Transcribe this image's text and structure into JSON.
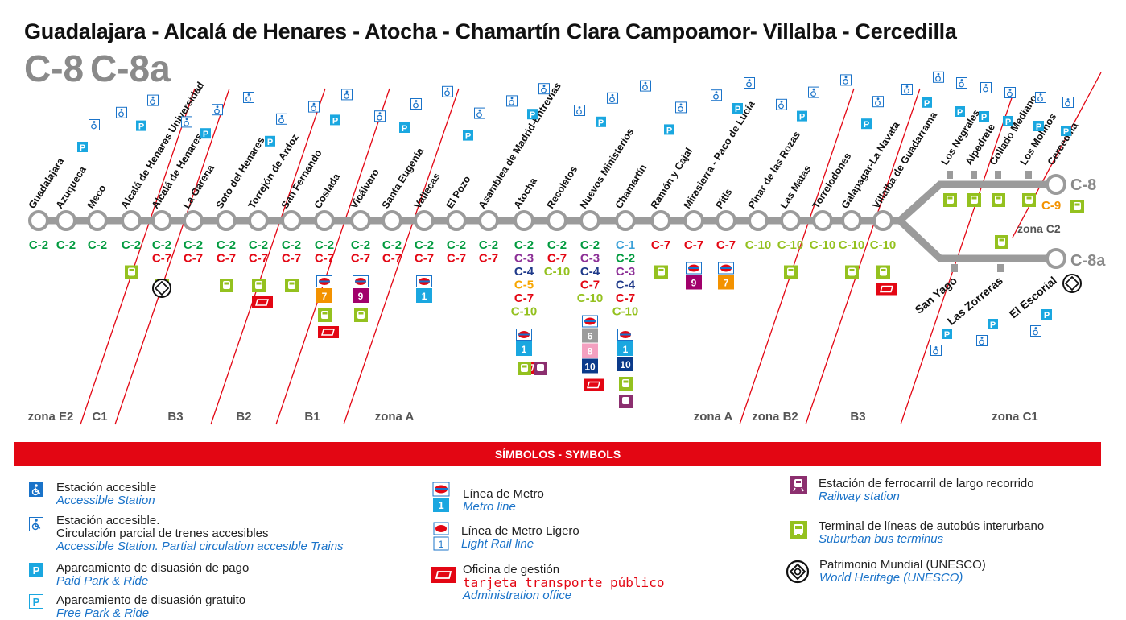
{
  "title": "Guadalajara - Alcalá de Henares - Atocha - Chamartín Clara Campoamor- Villalba - Cercedilla",
  "header_codes": [
    "C-8",
    "C-8a"
  ],
  "colors": {
    "C-1": "#3aa0d8",
    "C-2": "#009a3e",
    "C-3": "#8c2f96",
    "C-4": "#1f3a8a",
    "C-5": "#f7a600",
    "C-7": "#e30613",
    "C-8": "#8a8a8a",
    "C-9": "#f39200",
    "C-10": "#94c11f",
    "line_gray": "#9b9b9b",
    "accent_red": "#e30613",
    "bus_green": "#94c11f"
  },
  "stations": [
    {
      "name": "Guadalajara",
      "lines": [
        "C-2"
      ]
    },
    {
      "name": "Azuqueca",
      "lines": [
        "C-2"
      ]
    },
    {
      "name": "Meco",
      "lines": [
        "C-2"
      ]
    },
    {
      "name": "Alcalá de Henares Universidad",
      "lines": [
        "C-2"
      ]
    },
    {
      "name": "Alcalá de Henares",
      "lines": [
        "C-2",
        "C-7"
      ]
    },
    {
      "name": "La Garena",
      "lines": [
        "C-2",
        "C-7"
      ]
    },
    {
      "name": "Soto del Henares",
      "lines": [
        "C-2",
        "C-7"
      ]
    },
    {
      "name": "Torrejón de Ardoz",
      "lines": [
        "C-2",
        "C-7"
      ]
    },
    {
      "name": "San Fernando",
      "lines": [
        "C-2",
        "C-7"
      ]
    },
    {
      "name": "Coslada",
      "lines": [
        "C-2",
        "C-7"
      ]
    },
    {
      "name": "Vicálvaro",
      "lines": [
        "C-2",
        "C-7"
      ]
    },
    {
      "name": "Santa Eugenia",
      "lines": [
        "C-2",
        "C-7"
      ]
    },
    {
      "name": "Vallecas",
      "lines": [
        "C-2",
        "C-7"
      ]
    },
    {
      "name": "El Pozo",
      "lines": [
        "C-2",
        "C-7"
      ]
    },
    {
      "name": "Asamblea de Madrid-Entrevías",
      "lines": [
        "C-2",
        "C-7"
      ]
    },
    {
      "name": "Atocha",
      "lines": [
        "C-2",
        "C-3",
        "C-4",
        "C-5",
        "C-7",
        "C-10"
      ]
    },
    {
      "name": "Recoletos",
      "lines": [
        "C-2",
        "C-7",
        "C-10"
      ]
    },
    {
      "name": "Nuevos Ministerios",
      "lines": [
        "C-2",
        "C-3",
        "C-4",
        "C-7",
        "C-10"
      ]
    },
    {
      "name": "Chamartín",
      "lines": [
        "C-1",
        "C-2",
        "C-3",
        "C-4",
        "C-7",
        "C-10"
      ]
    },
    {
      "name": "Ramón y Cajal",
      "lines": [
        "C-7"
      ]
    },
    {
      "name": "Mirasierra - Paco de Lucía",
      "lines": [
        "C-7"
      ]
    },
    {
      "name": "Pitis",
      "lines": [
        "C-7"
      ]
    },
    {
      "name": "Pinar de las Rozas",
      "lines": [
        "C-10"
      ]
    },
    {
      "name": "Las Matas",
      "lines": [
        "C-10"
      ]
    },
    {
      "name": "Torrelodones",
      "lines": [
        "C-10"
      ]
    },
    {
      "name": "Galapagar-La Navata",
      "lines": [
        "C-10"
      ]
    },
    {
      "name": "Villalba de Guadarrama",
      "lines": [
        "C-10"
      ]
    }
  ],
  "branch_c8": [
    "Los Negrales",
    "Alpedrete",
    "Collado Mediano",
    "Los Molinos",
    "Cercedilla"
  ],
  "branch_c8a": [
    "San Yago",
    "Las Zorreras",
    "El Escorial"
  ],
  "branch_c8_extra_line": "C-9",
  "branch_labels": {
    "c8": "C-8",
    "c8a": "C-8a",
    "zona_c2": "zona C2"
  },
  "metro_badges": {
    "Coslada": [
      "7"
    ],
    "Vicálvaro": [
      "9"
    ],
    "Vallecas": [
      "1"
    ],
    "Atocha": [
      "1"
    ],
    "Nuevos Ministerios": [
      "6",
      "8",
      "10"
    ],
    "Chamartín": [
      "1",
      "10"
    ],
    "Mirasierra - Paco de Lucía": [
      "9"
    ],
    "Pitis": [
      "7"
    ]
  },
  "zones": [
    "zona E2",
    "C1",
    "B3",
    "B2",
    "B1",
    "zona A",
    "zona A",
    "zona B2",
    "B3",
    "zona C1"
  ],
  "legend_title": "SÍMBOLOS - SYMBOLS",
  "legend": {
    "accessible": {
      "es": "Estación accesible",
      "en": "Accessible Station"
    },
    "partial": {
      "es1": "Estación accesible.",
      "es2": "Circulación parcial de trenes accesibles",
      "en": "Accessible Station. Partial circulation accesible Trains"
    },
    "paid_park": {
      "es": "Aparcamiento de disuasión de pago",
      "en": "Paid Park & Ride"
    },
    "free_park": {
      "es": "Aparcamiento de disuasión gratuito",
      "en": "Free Park & Ride"
    },
    "metro": {
      "es": "Línea de Metro",
      "en": "Metro line",
      "badge": "1"
    },
    "light_rail": {
      "es": "Línea de Metro Ligero",
      "en": "Light Rail line",
      "badge": "1"
    },
    "office": {
      "es": "Oficina de gestión",
      "red": "tarjeta transporte público",
      "en": "Administration office"
    },
    "railway": {
      "es": "Estación de ferrocarril de largo recorrido",
      "en": "Railway station"
    },
    "bus": {
      "es": "Terminal de líneas de autobús interurbano",
      "en": "Suburban bus terminus"
    },
    "unesco": {
      "es": "Patrimonio Mundial (UNESCO)",
      "en": "World Heritage (UNESCO)"
    }
  }
}
